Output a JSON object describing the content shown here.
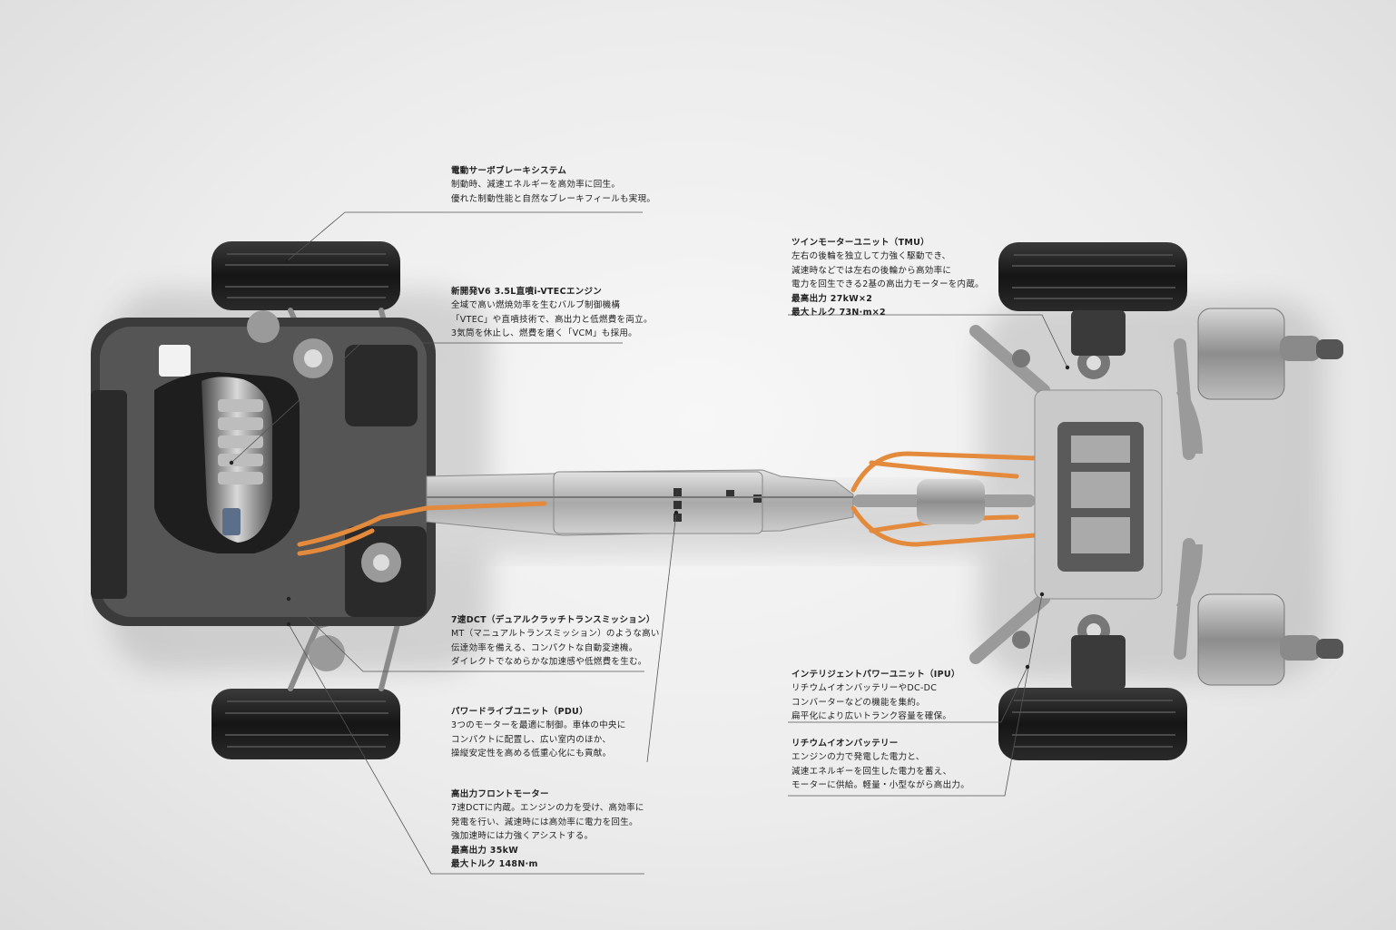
{
  "callouts": {
    "brake": {
      "title": "電動サーボブレーキシステム",
      "lines": [
        "制動時、減速エネルギーを高効率に回生。",
        "優れた制動性能と自然なブレーキフィールも実現。"
      ]
    },
    "engine": {
      "title": "新開発V6 3.5L直噴i-VTECエンジン",
      "lines": [
        "全域で高い燃焼効率を生むバルブ制御機構",
        "「VTEC」や直噴技術で、高出力と低燃費を両立。",
        "3気筒を休止し、燃費を磨く「VCM」も採用。"
      ]
    },
    "dct": {
      "title": "7速DCT（デュアルクラッチトランスミッション）",
      "lines": [
        "MT（マニュアルトランスミッション）のような高い",
        "伝達効率を備える、コンパクトな自動変速機。",
        "ダイレクトでなめらかな加速感や低燃費を生む。"
      ]
    },
    "pdu": {
      "title": "パワードライブユニット（PDU）",
      "lines": [
        "3つのモーターを最適に制御。車体の中央に",
        "コンパクトに配置し、広い室内のほか、",
        "操縦安定性を高める低重心化にも貢献。"
      ]
    },
    "front_motor": {
      "title": "高出力フロントモーター",
      "lines": [
        "7速DCTに内蔵。エンジンの力を受け、高効率に",
        "発電を行い、減速時には高効率に電力を回生。",
        "強加速時には力強くアシストする。"
      ],
      "spec1": "最高出力 35kW",
      "spec2": "最大トルク 148N·m"
    },
    "tmu": {
      "title": "ツインモーターユニット（TMU）",
      "lines": [
        "左右の後輪を独立して力強く駆動でき、",
        "減速時などでは左右の後輪から高効率に",
        "電力を回生できる2基の高出力モーターを内蔵。"
      ],
      "spec1": "最高出力 27kW×2",
      "spec2": "最大トルク 73N·m×2"
    },
    "ipu": {
      "title": "インテリジェントパワーユニット（IPU）",
      "lines": [
        "リチウムイオンバッテリーやDC-DC",
        "コンバーターなどの機能を集約。",
        "扁平化により広いトランク容量を確保。"
      ]
    },
    "battery": {
      "title": "リチウムイオンバッテリー",
      "lines": [
        "エンジンの力で発電した電力と、",
        "減速エネルギーを回生した電力を蓄え、",
        "モーターに供給。軽量・小型ながら高出力。"
      ]
    }
  },
  "colors": {
    "background": "#ececec",
    "chassis": "#b9b9b9",
    "cable": "#e38a3c",
    "tire": "#1c1c1c",
    "leader_line": "#555555"
  }
}
